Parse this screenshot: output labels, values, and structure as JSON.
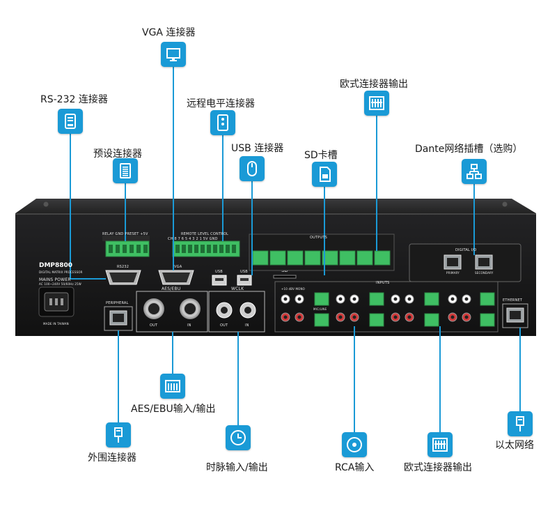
{
  "callouts": {
    "vga": "VGA 连接器",
    "rs232": "RS-232 连接器",
    "remote_level": "远程电平连接器",
    "preset": "预设连接器",
    "usb": "USB 连接器",
    "sd": "SD卡槽",
    "euro_out_top": "欧式连接器输出",
    "dante": "Dante网络插槽（选购）",
    "aes_ebu": "AES/EBU输入/输出",
    "peripheral": "外围连接器",
    "wclk": "时脉输入/输出",
    "rca": "RCA输入",
    "euro_out_bottom": "欧式连接器输出",
    "ethernet": "以太网络"
  },
  "panel": {
    "model": "DMP8800",
    "subtitle": "DIGITAL MATRIX PROCESSOR",
    "mains_power": "MAINS POWER",
    "mains_spec": "AC 100~240V 50/60Hz 25W",
    "made_in": "MADE IN TAIWAN",
    "relay_preset": "RELAY GND  PRESET  +5V",
    "remote_level": "REMOTE LEVEL CONTROL",
    "ch_row": "CH 8 7 6 5 4 3 2 1 5V GND",
    "rs232": "RS232",
    "vga": "VGA",
    "usb1": "USB",
    "usb2": "USB",
    "outputs": "OUTPUTS",
    "inputs": "INPUTS",
    "digital_io": "DIGITAL I/O",
    "primary": "PRIMARY",
    "secondary": "SECONDARY",
    "peripheral": "PERIPHERAL",
    "aes_ebu": "AES/EBU",
    "wclk": "WCLK",
    "out": "OUT",
    "in": "IN",
    "ethernet": "ETHERNET",
    "mono": "+10 dBV MONO",
    "mic_line": "MIC/LINE"
  },
  "colors": {
    "accent": "#1a9ad6",
    "panel": "#1d1d1f",
    "terminal": "#3fbf63"
  }
}
